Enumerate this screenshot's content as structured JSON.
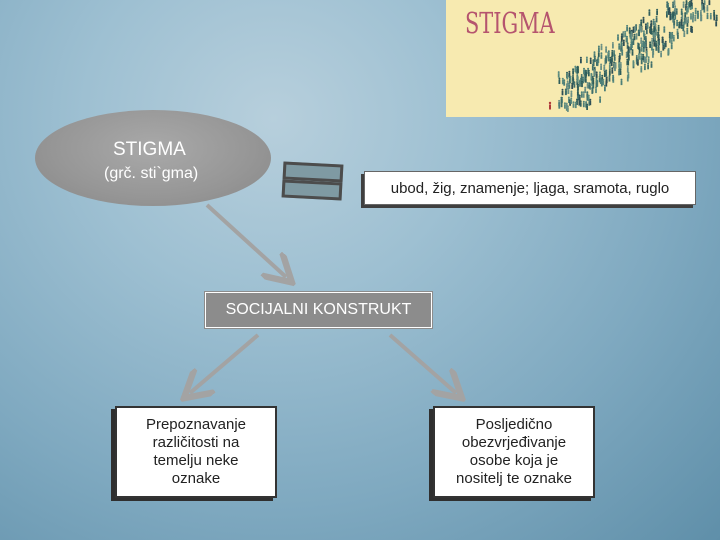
{
  "image_panel": {
    "title": "STIGMA",
    "background_color": "#f7eab0",
    "title_color": "#b5546e"
  },
  "ellipse": {
    "title": "STIGMA",
    "subtitle": "(grč. sti`gma)",
    "color": "#969696"
  },
  "equals_icon": "equals-icon",
  "definition": "ubod, žig, znamenje; ljaga, sramota, ruglo",
  "construct": "SOCIJALNI KONSTRUKT",
  "left_card": {
    "lines": [
      "Prepoznavanje",
      "različitosti na",
      "temelju neke",
      "oznake"
    ]
  },
  "right_card": {
    "lines": [
      "Posljedično",
      "obezvrjeđivanje",
      "osobe koja je",
      "nositelj te oznake"
    ]
  },
  "arrow_color": "#a3a3a3"
}
